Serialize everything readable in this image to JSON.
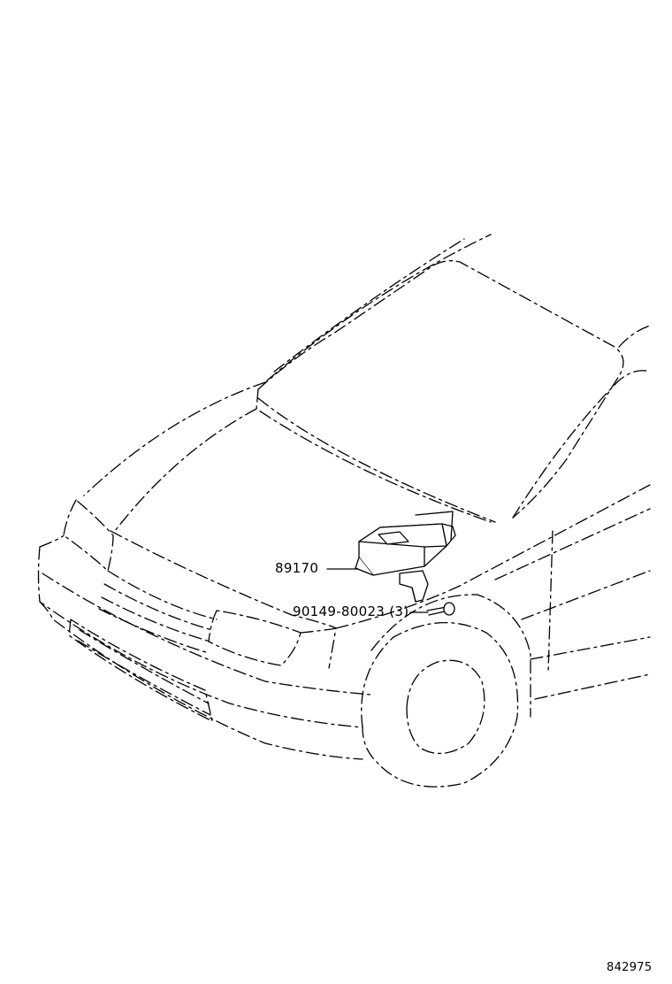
{
  "parts": [
    {
      "part_number": "89170"
    },
    {
      "part_number": "90149-80023 (3)"
    }
  ],
  "illustration_code": "842975"
}
